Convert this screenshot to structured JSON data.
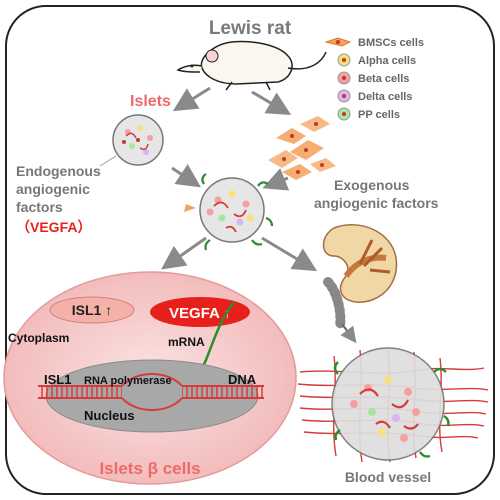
{
  "title": "Lewis rat",
  "islets_label": "Islets",
  "endogenous_label": [
    "Endogenous",
    "angiogenic",
    "factors"
  ],
  "vegfa_paren": {
    "open": "（",
    "name": "VEGFA",
    "close": "）"
  },
  "exogenous_label": [
    "Exogenous",
    "angiogenic factors"
  ],
  "legend": [
    {
      "label": "BMSCs cells",
      "color": "#f4a460",
      "icon": "bmsc-cell-icon"
    },
    {
      "label": "Alpha cells",
      "color": "#f5e27a",
      "icon": "alpha-cell-icon"
    },
    {
      "label": "Beta cells",
      "color": "#f4a0a0",
      "icon": "beta-cell-icon"
    },
    {
      "label": "Delta cells",
      "color": "#d8b4f0",
      "icon": "delta-cell-icon"
    },
    {
      "label": "PP cells",
      "color": "#a8e6a0",
      "icon": "pp-cell-icon"
    }
  ],
  "cell_detail": {
    "isl1_badge": "ISL1 ↑",
    "vegfa_badge": "VEGFA ↑",
    "cytoplasm": "Cytoplasm",
    "mrna": "mRNA",
    "isl1": "ISL1",
    "rna_polymerase": "RNA polymerase",
    "dna": "DNA",
    "nucleus": "Nucleus",
    "cell_title": "Islets β cells"
  },
  "blood_vessel": "Blood vessel",
  "colors": {
    "accent_pink": "#ee6a6a",
    "vegfa_red": "#e8201c",
    "text_gray": "#666666",
    "arrow_gray": "#8a8a8a",
    "vessel_red": "#d63a3a",
    "green": "#2e8b2e"
  }
}
